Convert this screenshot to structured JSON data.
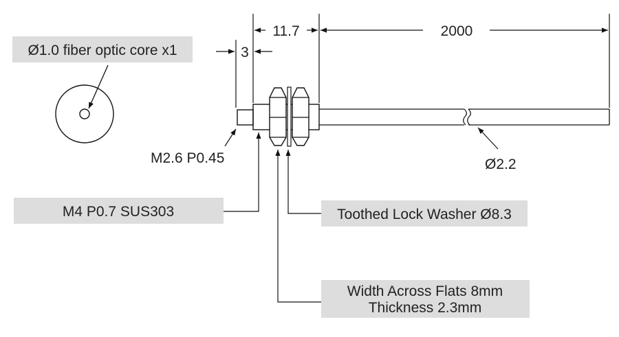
{
  "labels": {
    "fiber_core": "Ø1.0 fiber optic core x1",
    "sleeve_thread": "M2.6 P0.45",
    "body_thread": "M4 P0.7 SUS303",
    "washer": "Toothed Lock Washer Ø8.3",
    "nut_line1": "Width Across Flats 8mm",
    "nut_line2": "Thickness 2.3mm",
    "cable_dia": "Ø2.2"
  },
  "dimensions": {
    "tip_length": "3",
    "body_length": "11.7",
    "cable_length": "2000"
  },
  "colors": {
    "callout_bg": "#dddddd",
    "line": "#111111",
    "text": "#222222"
  }
}
